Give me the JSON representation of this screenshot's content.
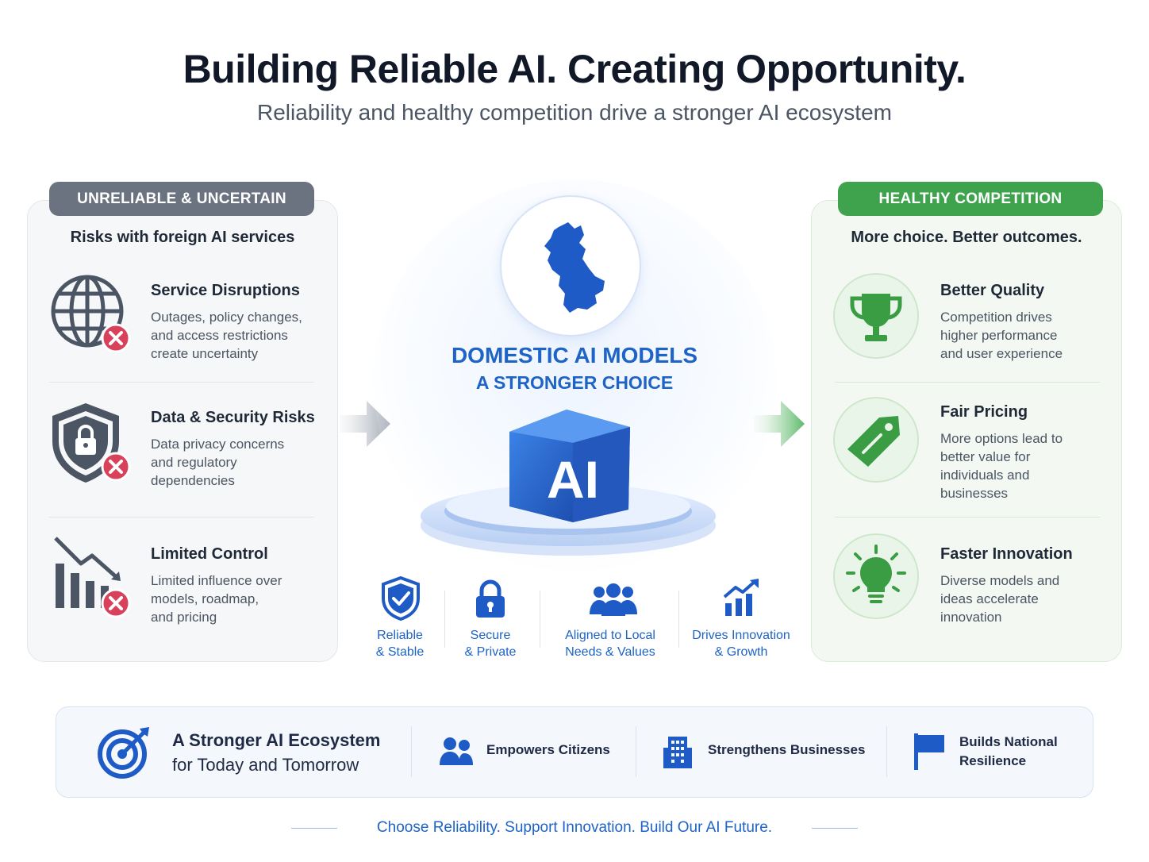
{
  "header": {
    "title": "Building Reliable AI. Creating Opportunity.",
    "subtitle": "Reliability and healthy competition drive a stronger AI ecosystem"
  },
  "left_panel": {
    "badge": "UNRELIABLE & UNCERTAIN",
    "heading": "Risks with foreign AI services",
    "items": [
      {
        "title": "Service Disruptions",
        "desc_lines": [
          "Outages, policy changes,",
          "and access restrictions",
          "create uncertainty"
        ],
        "icon": "globe-x-icon"
      },
      {
        "title": "Data & Security Risks",
        "desc_lines": [
          "Data privacy concerns",
          "and regulatory",
          "dependencies"
        ],
        "icon": "shield-lock-x-icon"
      },
      {
        "title": "Limited Control",
        "desc_lines": [
          "Limited influence over",
          "models, roadmap,",
          "and pricing"
        ],
        "icon": "chart-down-x-icon"
      }
    ]
  },
  "center": {
    "title": "DOMESTIC AI MODELS",
    "subtitle": "A STRONGER CHOICE",
    "cube_label": "AI",
    "features": [
      {
        "line1": "Reliable",
        "line2": "& Stable",
        "icon": "shield-check-icon"
      },
      {
        "line1": "Secure",
        "line2": "& Private",
        "icon": "padlock-icon"
      },
      {
        "line1": "Aligned to Local",
        "line2": "Needs & Values",
        "icon": "people-group-icon"
      },
      {
        "line1": "Drives Innovation",
        "line2": "& Growth",
        "icon": "growth-chart-icon"
      }
    ]
  },
  "right_panel": {
    "badge": "HEALTHY COMPETITION",
    "heading": "More choice. Better outcomes.",
    "items": [
      {
        "title": "Better Quality",
        "desc_lines": [
          "Competition drives",
          "higher performance",
          "and user experience"
        ],
        "icon": "trophy-icon"
      },
      {
        "title": "Fair Pricing",
        "desc_lines": [
          "More options lead to",
          "better value for",
          "individuals and",
          "businesses"
        ],
        "icon": "price-tag-icon"
      },
      {
        "title": "Faster Innovation",
        "desc_lines": [
          "Diverse models and",
          "ideas accelerate",
          "innovation"
        ],
        "icon": "lightbulb-icon"
      }
    ]
  },
  "banner": {
    "title": "A Stronger AI Ecosystem",
    "subtitle": "for Today and Tomorrow",
    "items": [
      {
        "label": "Empowers Citizens",
        "icon": "citizens-icon"
      },
      {
        "label": "Strengthens Businesses",
        "icon": "building-icon"
      },
      {
        "label_line1": "Builds National",
        "label_line2": "Resilience",
        "icon": "flag-icon"
      }
    ]
  },
  "footer": {
    "tagline": "Choose Reliability. Support Innovation. Build Our AI Future."
  },
  "colors": {
    "accent_blue": "#1e63c6",
    "green": "#3fa34d",
    "gray_badge": "#6b7280",
    "risk_red": "#d9415a"
  }
}
